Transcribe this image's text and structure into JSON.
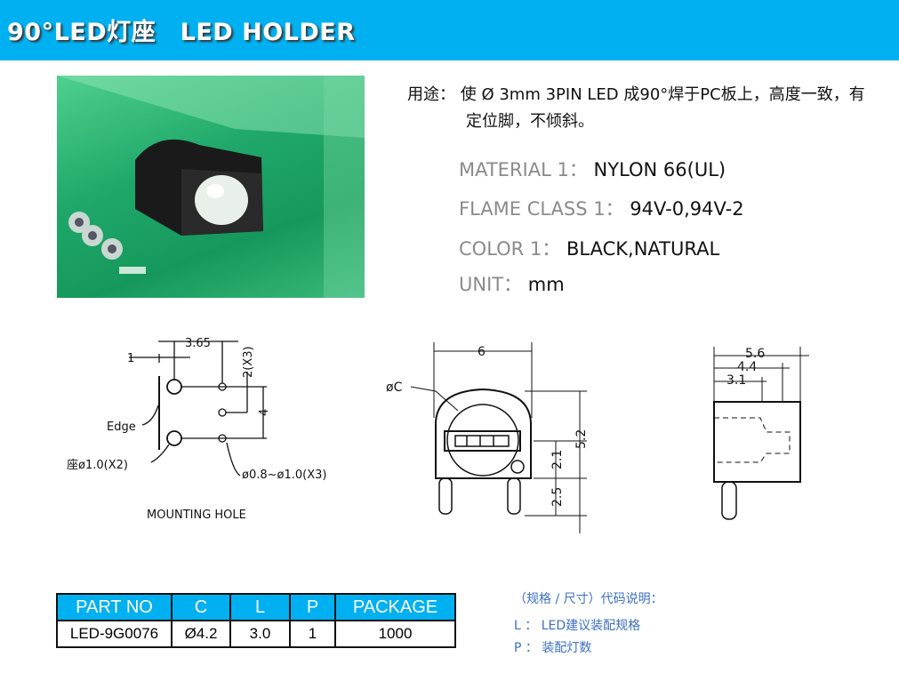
{
  "header": {
    "title": "90°LED灯座　LED HOLDER"
  },
  "usage": {
    "label": "用途：",
    "line1": "使 Ø 3mm 3PIN LED 成90°焊于PC板上，高度一致，有",
    "line2": "定位脚，不倾斜。"
  },
  "specs": [
    {
      "label": "MATERIAL 1：",
      "value": "NYLON 66(UL)"
    },
    {
      "label": "FLAME CLASS 1：",
      "value": "94V-0,94V-2"
    },
    {
      "label": "COLOR 1：",
      "value": "BLACK,NATURAL"
    },
    {
      "label": "UNIT：",
      "value": "mm"
    }
  ],
  "drawing_mount": {
    "dim_365": "3.65",
    "dim_1": "1",
    "dim_2x3": "2(X3)",
    "dim_4": "4",
    "edge": "Edge",
    "hole_big": "座ø1.0(X2)",
    "hole_small": "ø0.8~ø1.0(X3)",
    "caption": "MOUNTING HOLE"
  },
  "drawing_front": {
    "dim_6": "6",
    "dia": "øC",
    "dim_21": "2.1",
    "dim_52": "5.2",
    "dim_25": "2.5"
  },
  "drawing_side": {
    "dim_56": "5.6",
    "dim_44": "4.4",
    "dim_31": "3.1"
  },
  "table": {
    "headers": [
      "PART NO",
      "C",
      "L",
      "P",
      "PACKAGE"
    ],
    "rows": [
      [
        "LED-9G0076",
        "Ø4.2",
        "3.0",
        "1",
        "1000"
      ]
    ]
  },
  "notes": {
    "title": "（规格 / 尺寸）代码说明：",
    "l": "L ： LED建议装配规格",
    "p": "P ： 装配灯数"
  },
  "colors": {
    "accent": "#00b0f0",
    "note": "#3d6fc0"
  }
}
